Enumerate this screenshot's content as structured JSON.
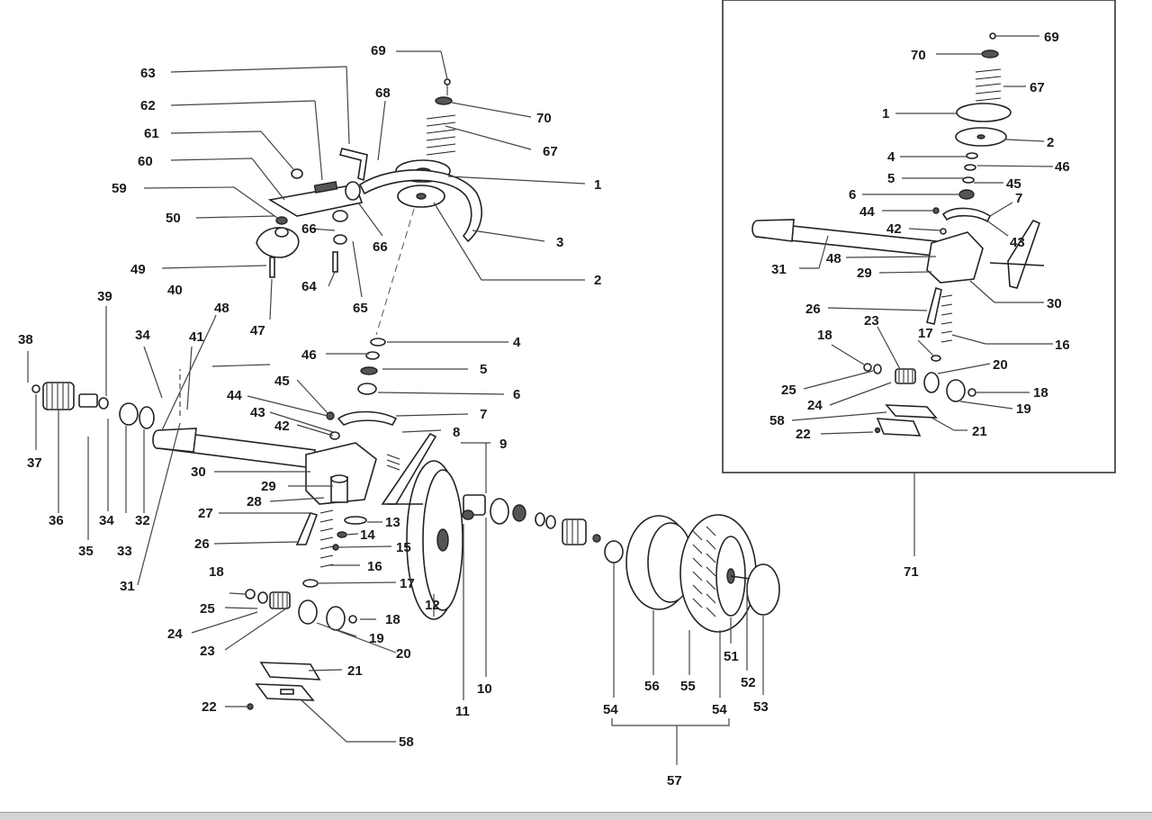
{
  "labels_main": [
    "1",
    "2",
    "3",
    "4",
    "5",
    "6",
    "7",
    "8",
    "9",
    "10",
    "11",
    "12",
    "13",
    "14",
    "15",
    "16",
    "17",
    "18",
    "18",
    "19",
    "20",
    "21",
    "22",
    "23",
    "24",
    "25",
    "26",
    "27",
    "28",
    "29",
    "30",
    "31",
    "32",
    "33",
    "34",
    "34",
    "35",
    "36",
    "37",
    "38",
    "39",
    "40",
    "41",
    "42",
    "43",
    "44",
    "45",
    "46",
    "47",
    "48",
    "49",
    "50",
    "51",
    "52",
    "53",
    "54",
    "54",
    "55",
    "56",
    "57",
    "58",
    "59",
    "60",
    "61",
    "62",
    "63",
    "64",
    "65",
    "66",
    "66",
    "67",
    "68",
    "69",
    "70"
  ],
  "labels_inset": [
    "69",
    "70",
    "67",
    "1",
    "2",
    "4",
    "46",
    "5",
    "45",
    "6",
    "7",
    "44",
    "42",
    "43",
    "31",
    "48",
    "29",
    "30",
    "26",
    "23",
    "16",
    "17",
    "18",
    "20",
    "25",
    "18",
    "24",
    "19",
    "58",
    "21",
    "22"
  ],
  "inset_label": "71"
}
